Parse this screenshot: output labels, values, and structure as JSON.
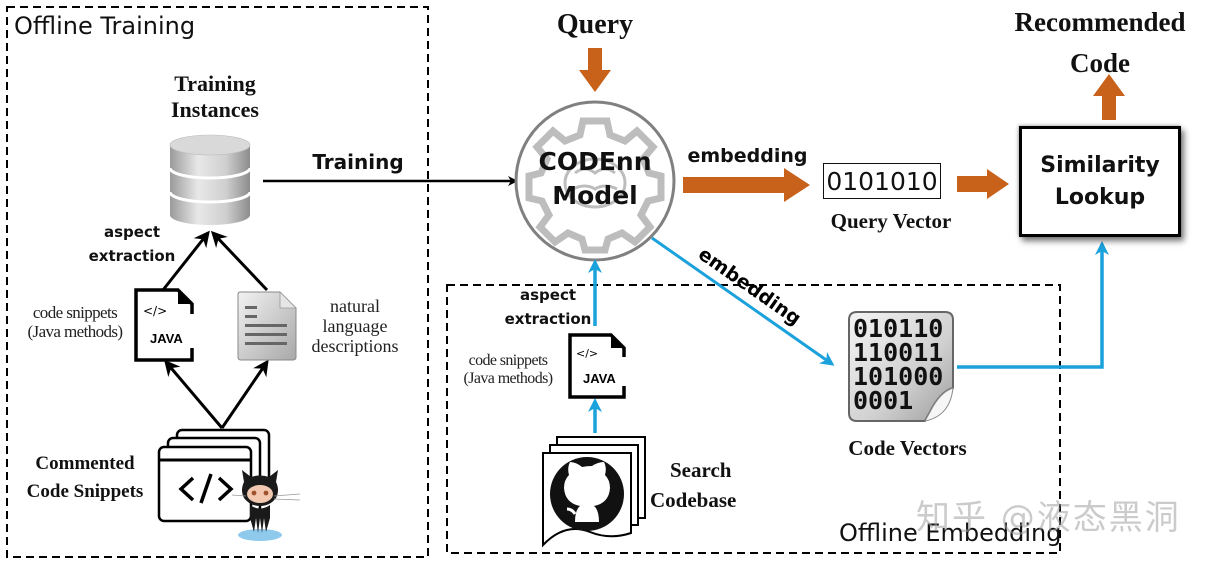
{
  "figure": {
    "regions": {
      "offline_training": "Offline Training",
      "offline_embedding": "Offline Embedding"
    },
    "training": {
      "instances_label": [
        "Training",
        "Instances"
      ],
      "arrow_label": "Training",
      "aspect_extraction": [
        "aspect",
        "extraction"
      ],
      "code_snippets": [
        "code snippets",
        "(Java methods)"
      ],
      "nl_descriptions": [
        "natural",
        "language",
        "descriptions"
      ],
      "commented_snippets": [
        "Commented",
        "Code Snippets"
      ],
      "java_file_tag": "JAVA",
      "code_glyph": "</>"
    },
    "query": {
      "label": "Query"
    },
    "model": {
      "label": [
        "CODEnn",
        "Model"
      ]
    },
    "embedding": {
      "query_arrow_label": "embedding",
      "code_arrow_label": "embedding",
      "query_vector_value": "0101010",
      "query_vector_label": "Query Vector",
      "code_vectors_label": "Code Vectors",
      "code_vectors_lines": [
        "010110",
        "110011",
        "101000",
        "0001"
      ]
    },
    "search": {
      "aspect_extraction": [
        "aspect",
        "extraction"
      ],
      "code_snippets": [
        "code snippets",
        "(Java methods)"
      ],
      "codebase_label": [
        "Search",
        "Codebase"
      ],
      "java_file_tag": "JAVA",
      "code_glyph": "</>"
    },
    "lookup": {
      "label": [
        "Similarity",
        "Lookup"
      ]
    },
    "output": {
      "label": [
        "Recommended",
        "Code"
      ]
    },
    "watermark": "知乎 @液态黑洞",
    "colors": {
      "orange_arrow": "#C8621A",
      "blue_line": "#1BA1DB",
      "black": "#000000",
      "gear_gray": "#BDBDBD",
      "circle_gray": "#808080"
    }
  }
}
